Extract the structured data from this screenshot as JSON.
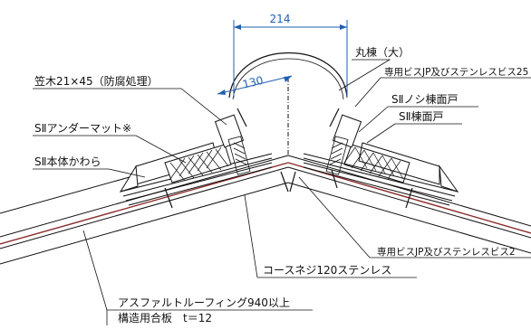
{
  "dimensions": {
    "width_total": "214",
    "width_half": "130"
  },
  "labels": {
    "marumune": "丸棟（大）",
    "senyo_bis_top": "専用ビスJP及びステンレスビス25",
    "nosi_munemendo": "SⅡノシ棟面戸",
    "munemendo": "SⅡ棟面戸",
    "kasagi": "笠木21×45（防腐処理）",
    "under_mat": "SⅡアンダーマット※",
    "hontai": "SⅡ本体かわら",
    "senyo_bis_bottom": "専用ビスJP及びステンレスビス2",
    "coarse_screw": "コースネジ120ステンレス",
    "asphalt": "アスファルトルーフィング940以上",
    "plywood": "構造用合板　t＝12"
  },
  "colors": {
    "dimension": "#1f5fb0",
    "line": "#111111",
    "underlayment": "#8b2a2a"
  }
}
